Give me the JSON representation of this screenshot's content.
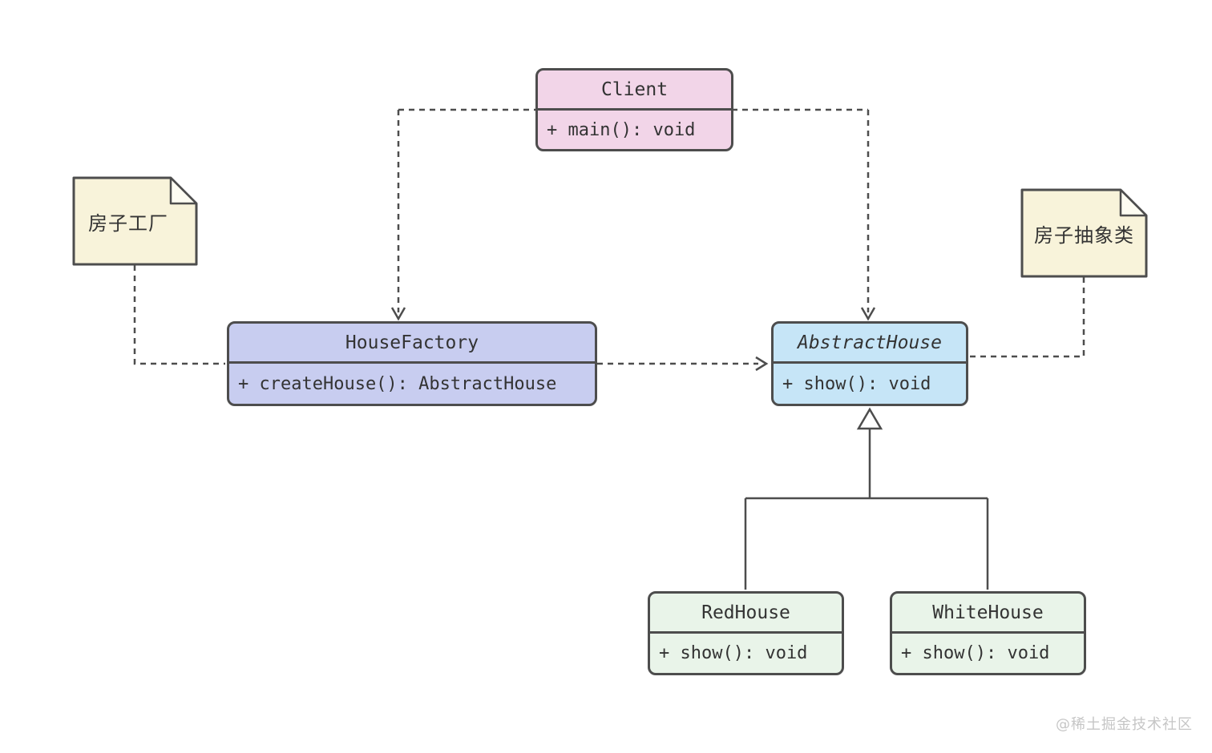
{
  "classes": {
    "client": {
      "name": "Client",
      "method": "+ main(): void"
    },
    "house_factory": {
      "name": "HouseFactory",
      "method": "+ createHouse(): AbstractHouse"
    },
    "abstract_house": {
      "name": "AbstractHouse",
      "method": "+ show(): void"
    },
    "red_house": {
      "name": "RedHouse",
      "method": "+ show(): void"
    },
    "white_house": {
      "name": "WhiteHouse",
      "method": "+ show(): void"
    }
  },
  "notes": {
    "factory": {
      "text": "房子工厂"
    },
    "abstract": {
      "text": "房子抽象类"
    }
  },
  "watermark": "@稀土掘金技术社区",
  "colors": {
    "client_fill": "#f2d5e8",
    "factory_fill": "#c8cdf0",
    "abstract_fill": "#c6e5f7",
    "concrete_fill": "#e9f4e9",
    "note_fill": "#f8f3da",
    "stroke": "#4d4d4d",
    "text": "#333333",
    "watermark": "#c6c6c6"
  }
}
